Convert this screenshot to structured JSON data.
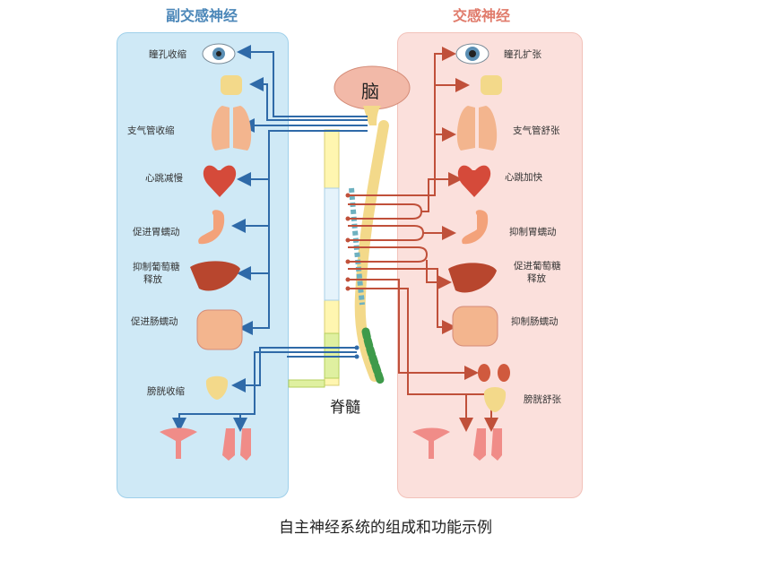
{
  "titles": {
    "parasympathetic": "副交感神经",
    "sympathetic": "交感神经"
  },
  "center": {
    "brain": "脑",
    "spinal_cord": "脊髓"
  },
  "parasympathetic_effects": [
    "瞳孔收缩",
    "支气管收缩",
    "心跳减慢",
    "促进胃蠕动",
    "抑制葡萄糖",
    "释放",
    "促进肠蠕动",
    "膀胱收缩"
  ],
  "sympathetic_effects": [
    "瞳孔扩张",
    "支气管舒张",
    "心跳加快",
    "抑制胃蠕动",
    "促进葡萄糖",
    "释放",
    "抑制肠蠕动",
    "膀胱舒张"
  ],
  "caption": "自主神经系统的组成和功能示例",
  "colors": {
    "para_panel": "#cfe9f6",
    "symp_panel": "#fbe0dc",
    "para_arrow": "#2f6aa8",
    "symp_arrow": "#c0503a"
  }
}
